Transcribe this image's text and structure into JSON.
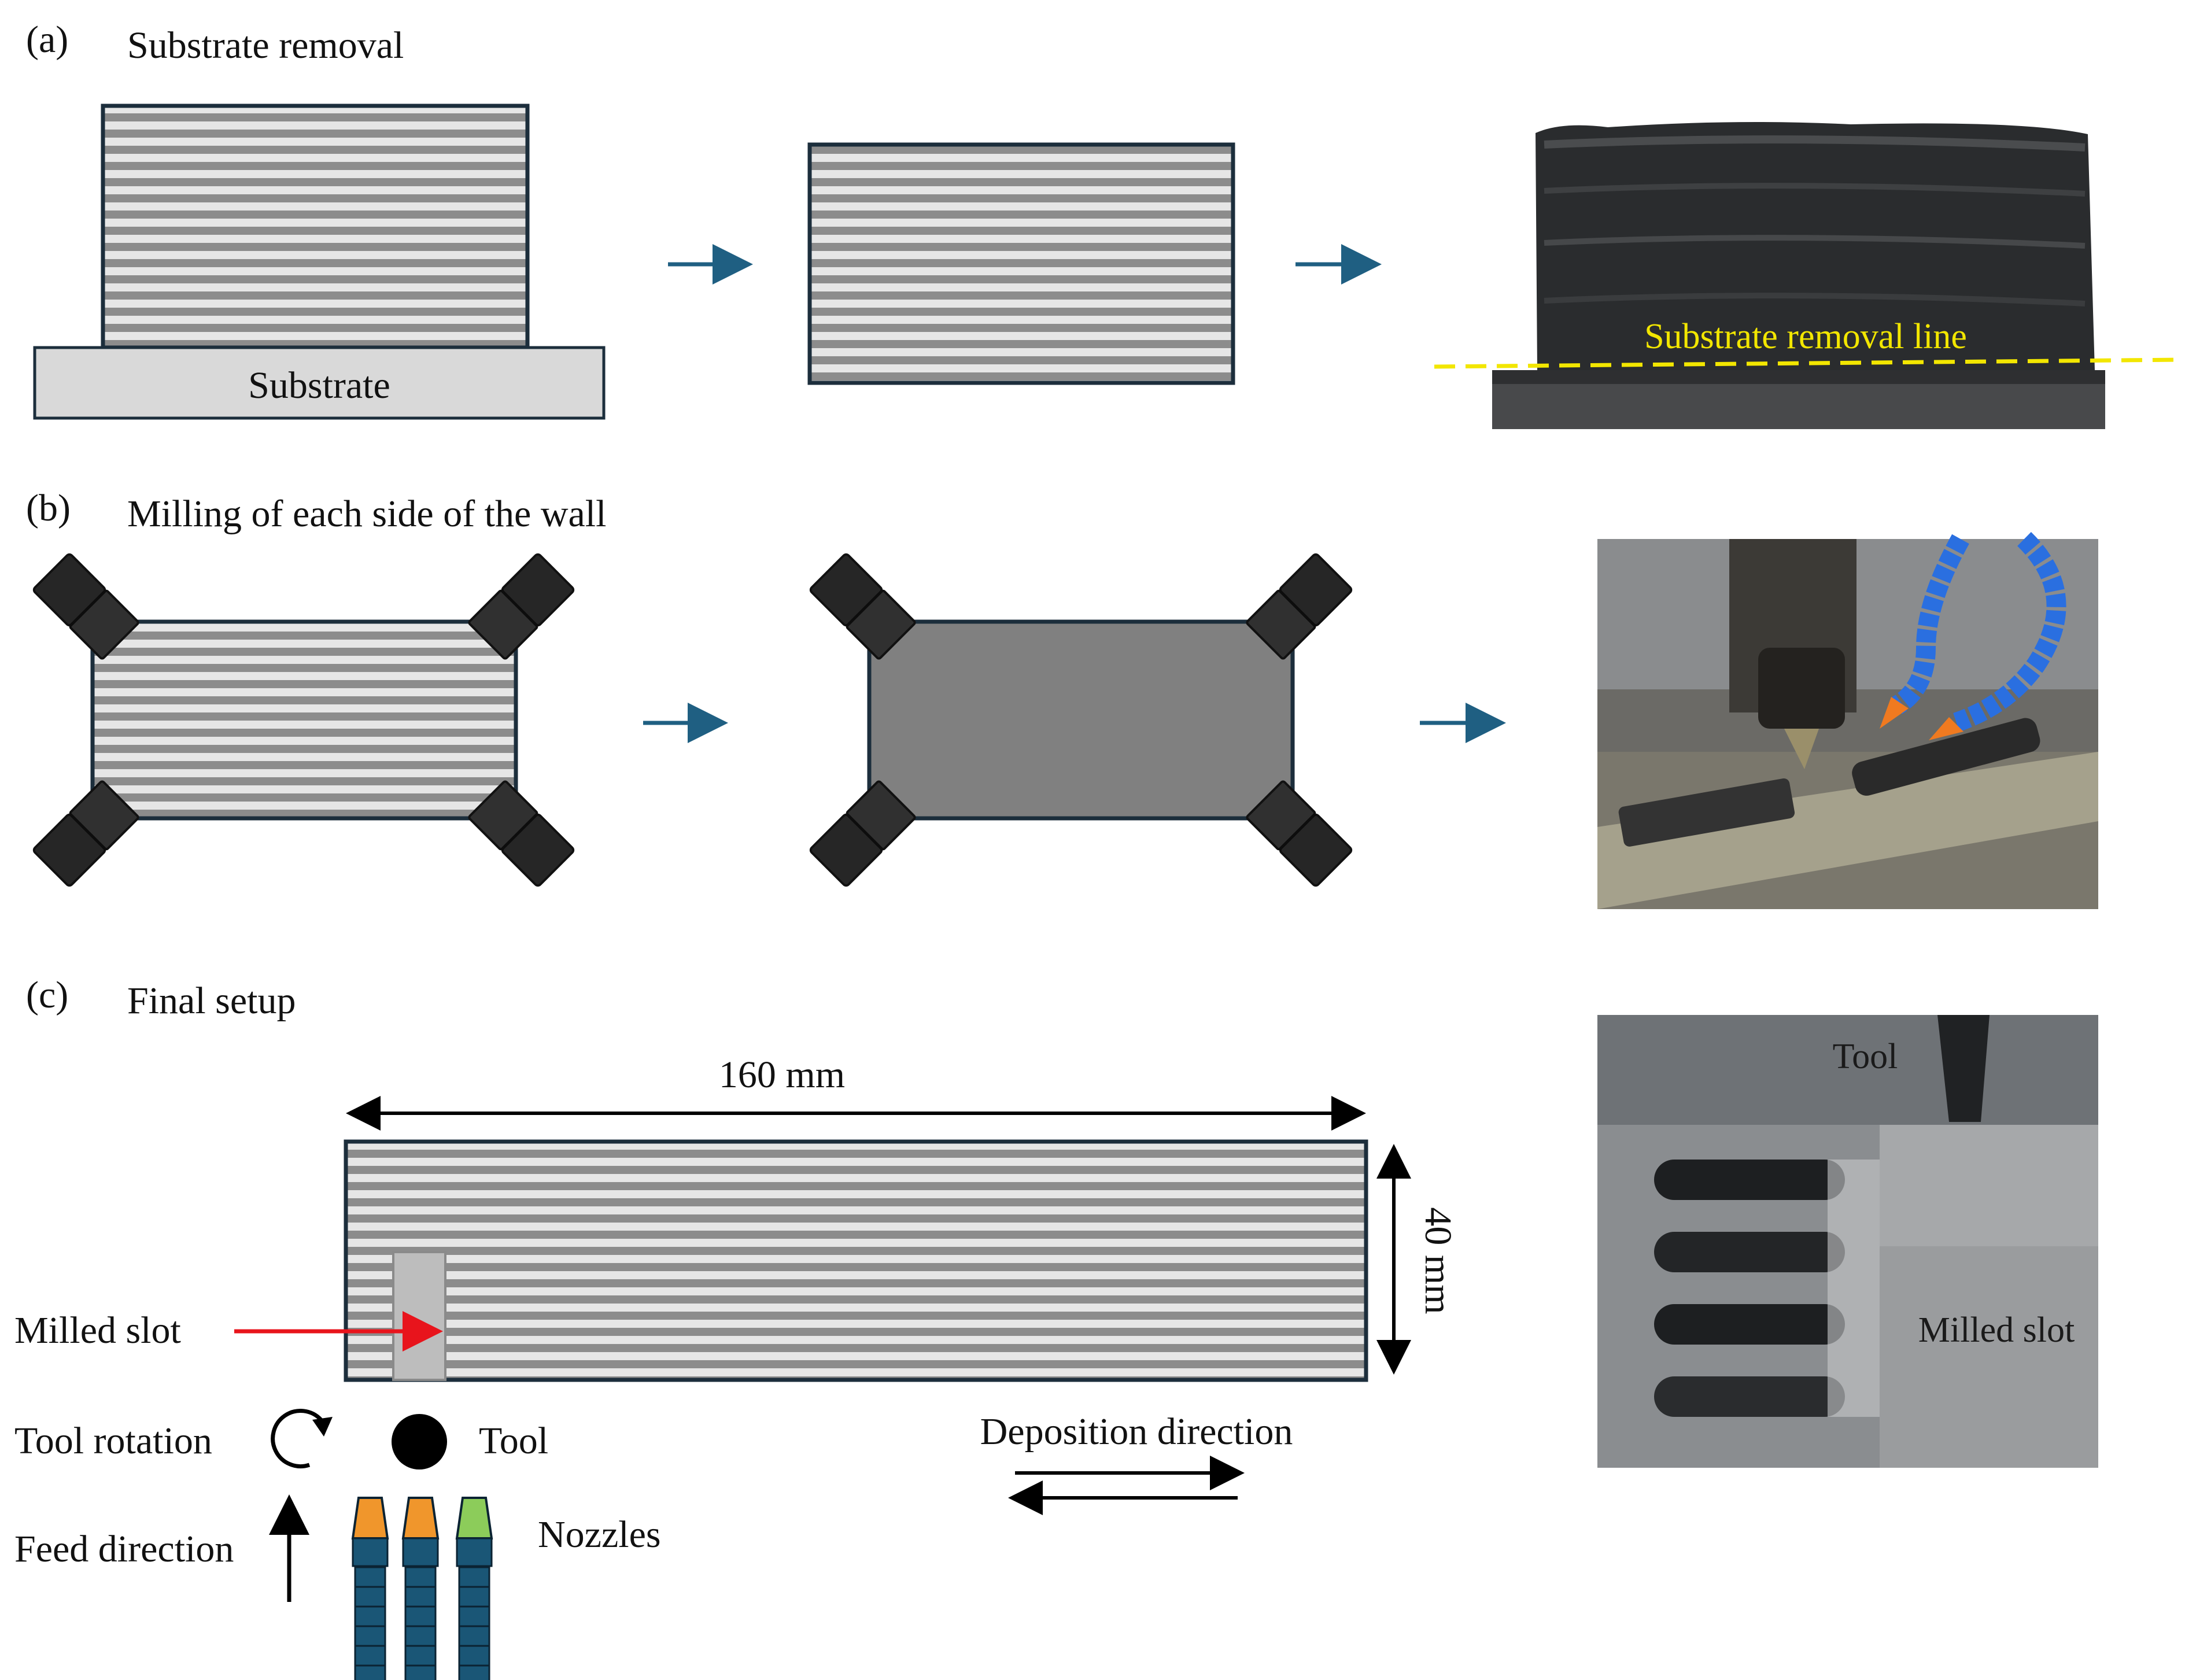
{
  "panel_a": {
    "label": "(a)",
    "title": "Substrate removal",
    "substrate_label": "Substrate",
    "photo_line_label": "Substrate removal line"
  },
  "panel_b": {
    "label": "(b)",
    "title": "Milling of each side of the wall"
  },
  "panel_c": {
    "label": "(c)",
    "title": "Final setup",
    "length_label": "160 mm",
    "height_label": "40 mm",
    "milled_slot_label": "Milled slot",
    "tool_rotation_label": "Tool rotation",
    "tool_label": "Tool",
    "feed_direction_label": "Feed direction",
    "nozzles_label": "Nozzles",
    "deposition_direction_label": "Deposition direction",
    "photo_tool_label": "Tool",
    "photo_slot_label": "Milled slot"
  },
  "colors": {
    "stripe_dark": "#8c8c8c",
    "stripe_light": "#e6e6e6",
    "outline": "#1c2e3c",
    "arrow_blue": "#1f5f82",
    "red_arrow": "#e8141c",
    "yellow_line": "#f2e600",
    "nozzle_orange": "#f0962c",
    "nozzle_green": "#8ccc5a",
    "nozzle_blue": "#1a5676",
    "clamp": "#262626"
  }
}
